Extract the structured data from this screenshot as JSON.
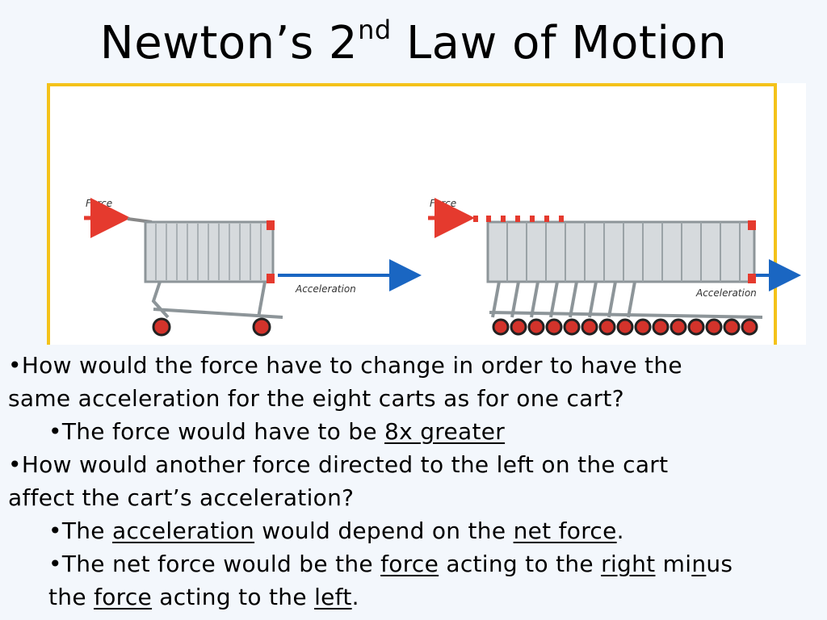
{
  "slide": {
    "title_main": "Newton’s 2",
    "title_sup": "nd",
    "title_rest": " Law of Motion"
  },
  "figure": {
    "left_force_label": "Force",
    "left_accel_label": "Acceleration",
    "right_force_label": "Force",
    "right_accel_label": "Acceleration"
  },
  "text": {
    "b1_l1": "•How would the force have to change in order to have the",
    "b1_l2": "same acceleration for the eight carts as for one cart?",
    "s1_pre": "•The force would have to be ",
    "s1_u": "8x greater",
    "b2_l1": "•How would another force directed to the left on the cart",
    "b2_l2": "affect the cart’s acceleration?",
    "s2_pre": "•The ",
    "s2_u1": "acceleration",
    "s2_mid": " would depend on the ",
    "s2_u2": "net force",
    "s2_end": ".",
    "s3_pre": "•The net force would be the ",
    "s3_u1": "force",
    "s3_mid1": " acting to the ",
    "s3_u2": "right",
    "s3_mid2": " mi",
    "s3_u3": "n",
    "s3_end": "us",
    "s3b_pre": "the ",
    "s3b_u1": "force",
    "s3b_mid": " acting to the ",
    "s3b_u2": "left",
    "s3b_end": "."
  }
}
